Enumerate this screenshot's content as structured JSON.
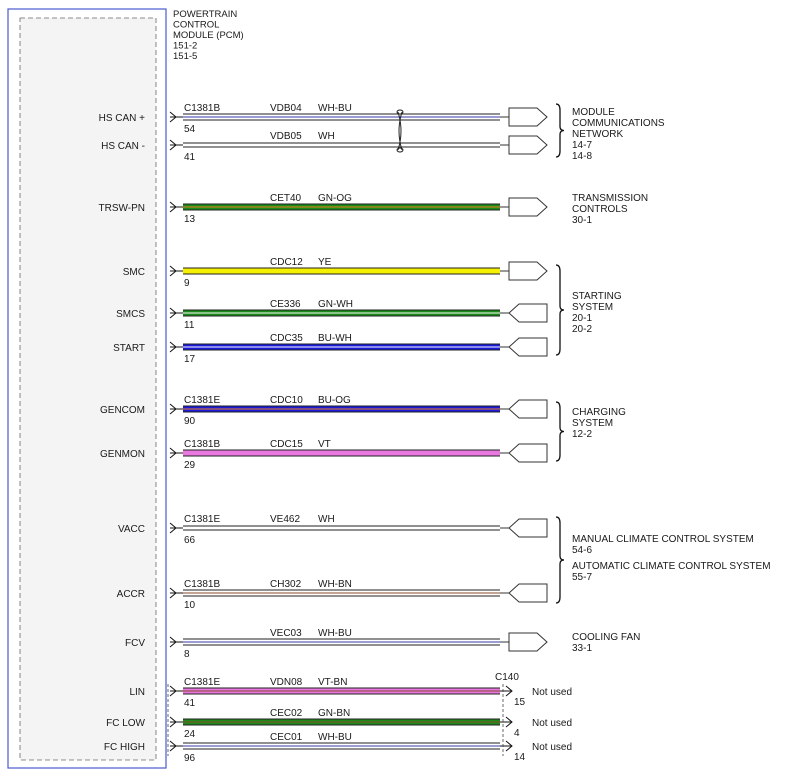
{
  "module": {
    "title_lines": [
      "POWERTRAIN",
      "CONTROL",
      "MODULE (PCM)",
      "151-2",
      "151-5"
    ]
  },
  "circuits": [
    {
      "pin_name": "HS CAN +",
      "connector": "C1381B",
      "circuit": "VDB04",
      "color_code": "WH-BU",
      "pin": "54",
      "colors": [
        "#ffffff",
        "#3a3aa8"
      ]
    },
    {
      "pin_name": "HS CAN -",
      "connector": "",
      "circuit": "VDB05",
      "color_code": "WH",
      "pin": "41",
      "colors": [
        "#ffffff"
      ]
    },
    {
      "pin_name": "TRSW-PN",
      "connector": "",
      "circuit": "CET40",
      "color_code": "GN-OG",
      "pin": "13",
      "colors": [
        "#1a8a1a",
        "#f08020"
      ]
    },
    {
      "pin_name": "SMC",
      "connector": "",
      "circuit": "CDC12",
      "color_code": "YE",
      "pin": "9",
      "colors": [
        "#f4f000"
      ]
    },
    {
      "pin_name": "SMCS",
      "connector": "",
      "circuit": "CE336",
      "color_code": "GN-WH",
      "pin": "11",
      "colors": [
        "#1a8a1a",
        "#ffffff"
      ]
    },
    {
      "pin_name": "START",
      "connector": "",
      "circuit": "CDC35",
      "color_code": "BU-WH",
      "pin": "17",
      "colors": [
        "#1a1ad8",
        "#ffffff"
      ]
    },
    {
      "pin_name": "GENCOM",
      "connector": "C1381E",
      "circuit": "CDC10",
      "color_code": "BU-OG",
      "pin": "90",
      "colors": [
        "#1a1ad8",
        "#f08020"
      ]
    },
    {
      "pin_name": "GENMON",
      "connector": "C1381B",
      "circuit": "CDC15",
      "color_code": "VT",
      "pin": "29",
      "colors": [
        "#e878e0"
      ]
    },
    {
      "pin_name": "VACC",
      "connector": "C1381E",
      "circuit": "VE462",
      "color_code": "WH",
      "pin": "66",
      "colors": [
        "#ffffff"
      ]
    },
    {
      "pin_name": "ACCR",
      "connector": "C1381B",
      "circuit": "CH302",
      "color_code": "WH-BN",
      "pin": "10",
      "colors": [
        "#ffffff",
        "#8a4a2a"
      ]
    },
    {
      "pin_name": "FCV",
      "connector": "",
      "circuit": "VEC03",
      "color_code": "WH-BU",
      "pin": "8",
      "colors": [
        "#ffffff",
        "#3a3aa8"
      ]
    },
    {
      "pin_name": "LIN",
      "connector": "C1381E",
      "circuit": "VDN08",
      "color_code": "VT-BN",
      "pin": "41",
      "colors": [
        "#e878e0",
        "#8a4a2a"
      ],
      "end_pin": "15",
      "status": "Not used"
    },
    {
      "pin_name": "FC LOW",
      "connector": "",
      "circuit": "CEC02",
      "color_code": "GN-BN",
      "pin": "24",
      "colors": [
        "#1a8a1a",
        "#8a4a2a"
      ],
      "end_pin": "4",
      "status": "Not used"
    },
    {
      "pin_name": "FC HIGH",
      "connector": "",
      "circuit": "CEC01",
      "color_code": "WH-BU",
      "pin": "96",
      "colors": [
        "#ffffff",
        "#3a3aa8"
      ],
      "end_pin": "14",
      "status": "Not used"
    }
  ],
  "end_connector": "C140",
  "destinations": [
    {
      "name": "module-communications-network",
      "lines": [
        "MODULE",
        "COMMUNICATIONS",
        "NETWORK",
        "14-7",
        "14-8"
      ]
    },
    {
      "name": "transmission-controls",
      "lines": [
        "TRANSMISSION",
        "CONTROLS",
        "30-1"
      ]
    },
    {
      "name": "starting-system",
      "lines": [
        "STARTING",
        "SYSTEM",
        "20-1",
        "20-2"
      ]
    },
    {
      "name": "charging-system",
      "lines": [
        "CHARGING",
        "SYSTEM",
        "12-2"
      ]
    },
    {
      "name": "manual-climate-control",
      "lines": [
        "MANUAL CLIMATE CONTROL SYSTEM",
        "54-6"
      ]
    },
    {
      "name": "automatic-climate-control",
      "lines": [
        "AUTOMATIC CLIMATE CONTROL SYSTEM",
        "55-7"
      ]
    },
    {
      "name": "cooling-fan",
      "lines": [
        "COOLING FAN",
        "33-1"
      ]
    }
  ]
}
